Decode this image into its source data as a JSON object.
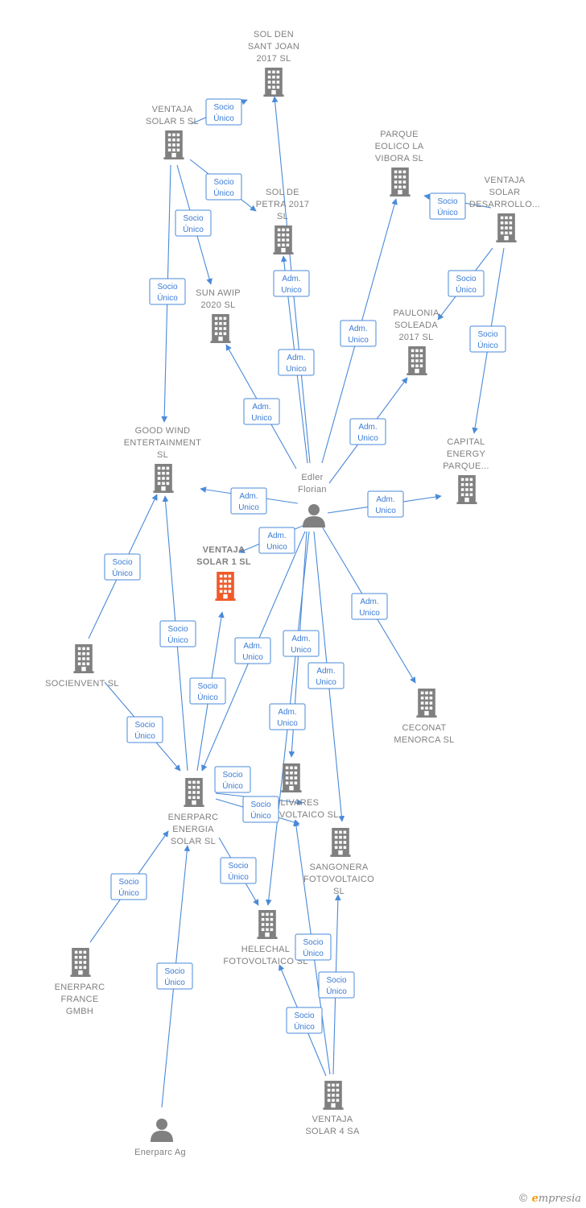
{
  "colors": {
    "edge": "#4a8ad8",
    "node": "#808080",
    "main_node": "#f05a28",
    "label_text": "#3a7bd5"
  },
  "nodes": [
    {
      "id": "sol_den",
      "type": "company",
      "lines": [
        "SOL DEN",
        "SANT JOAN",
        "2017  SL"
      ]
    },
    {
      "id": "ventaja5",
      "type": "company",
      "lines": [
        "VENTAJA",
        "SOLAR 5  SL"
      ]
    },
    {
      "id": "parque_eolico",
      "type": "company",
      "lines": [
        "PARQUE",
        "EOLICO LA",
        "VIBORA  SL"
      ]
    },
    {
      "id": "ventaja_desarrollo",
      "type": "company",
      "lines": [
        "VENTAJA",
        "SOLAR",
        "DESARROLLO..."
      ]
    },
    {
      "id": "sol_petra",
      "type": "company",
      "lines": [
        "SOL DE",
        "PETRA 2017",
        "SL"
      ]
    },
    {
      "id": "sun_awip",
      "type": "company",
      "lines": [
        "SUN AWIP",
        "2020  SL"
      ]
    },
    {
      "id": "paulonia",
      "type": "company",
      "lines": [
        "PAULONIA",
        "SOLEADA",
        "2017  SL"
      ]
    },
    {
      "id": "good_wind",
      "type": "company",
      "lines": [
        "GOOD WIND",
        "ENTERTAINMENT",
        "SL"
      ]
    },
    {
      "id": "capital_energy",
      "type": "company",
      "lines": [
        "CAPITAL",
        "ENERGY",
        "PARQUE..."
      ]
    },
    {
      "id": "edler",
      "type": "person",
      "lines": [
        "Edler",
        "Florian"
      ]
    },
    {
      "id": "ventaja1",
      "type": "main",
      "lines": [
        "VENTAJA",
        "SOLAR 1  SL"
      ]
    },
    {
      "id": "socienvent",
      "type": "company",
      "lines": [
        "SOCIENVENT SL"
      ]
    },
    {
      "id": "ceconat",
      "type": "company",
      "lines": [
        "CECONAT",
        "MENORCA SL"
      ]
    },
    {
      "id": "olivares",
      "type": "company",
      "lines": [
        "OLIVARES",
        "FOTOVOLTAICO SL"
      ]
    },
    {
      "id": "enerparc_energia",
      "type": "company",
      "lines": [
        "ENERPARC",
        "ENERGIA",
        "SOLAR  SL"
      ]
    },
    {
      "id": "sangonera",
      "type": "company",
      "lines": [
        "SANGONERA",
        "FOTOVOLTAICO",
        "SL"
      ]
    },
    {
      "id": "helechal",
      "type": "company",
      "lines": [
        "HELECHAL",
        "FOTOVOLTAICO SL"
      ]
    },
    {
      "id": "enerparc_france",
      "type": "company",
      "lines": [
        "ENERPARC",
        "FRANCE",
        "GMBH"
      ]
    },
    {
      "id": "ventaja4",
      "type": "company",
      "lines": [
        "VENTAJA",
        "SOLAR 4 SA"
      ]
    },
    {
      "id": "enerparc_ag",
      "type": "person",
      "lines": [
        "Enerparc Ag"
      ]
    }
  ],
  "edges": [
    {
      "from": "ventaja5",
      "to": "sol_den",
      "label": [
        "Socio",
        "Único"
      ]
    },
    {
      "from": "ventaja5",
      "to": "sol_petra",
      "label": [
        "Socio",
        "Único"
      ]
    },
    {
      "from": "ventaja5",
      "to": "sun_awip",
      "label": [
        "Socio",
        "Único"
      ]
    },
    {
      "from": "ventaja5",
      "to": "good_wind",
      "label": [
        "Socio",
        "Único"
      ]
    },
    {
      "from": "ventaja_desarrollo",
      "to": "parque_eolico",
      "label": [
        "Socio",
        "Único"
      ]
    },
    {
      "from": "ventaja_desarrollo",
      "to": "paulonia",
      "label": [
        "Socio",
        "Único"
      ]
    },
    {
      "from": "ventaja_desarrollo",
      "to": "capital_energy",
      "label": [
        "Socio",
        "Único"
      ]
    },
    {
      "from": "edler",
      "to": "sol_petra",
      "label": [
        "Adm.",
        "Unico"
      ]
    },
    {
      "from": "edler",
      "to": "sol_den",
      "label": [
        "Adm.",
        "Unico"
      ]
    },
    {
      "from": "edler",
      "to": "parque_eolico",
      "label": [
        "Adm.",
        "Unico"
      ]
    },
    {
      "from": "edler",
      "to": "sun_awip",
      "label": [
        "Adm.",
        "Unico"
      ]
    },
    {
      "from": "edler",
      "to": "paulonia",
      "label": [
        "Adm.",
        "Unico"
      ]
    },
    {
      "from": "edler",
      "to": "good_wind",
      "label": [
        "Adm.",
        "Unico"
      ]
    },
    {
      "from": "edler",
      "to": "capital_energy",
      "label": [
        "Adm.",
        "Unico"
      ]
    },
    {
      "from": "edler",
      "to": "ventaja1",
      "label": [
        "Adm.",
        "Unico"
      ]
    },
    {
      "from": "edler",
      "to": "ceconat",
      "label": [
        "Adm.",
        "Unico"
      ]
    },
    {
      "from": "edler",
      "to": "enerparc_energia",
      "label": [
        "Adm.",
        "Unico"
      ]
    },
    {
      "from": "edler",
      "to": "helechal",
      "label": [
        "Adm.",
        "Unico"
      ]
    },
    {
      "from": "edler",
      "to": "sangonera",
      "label": [
        "Adm.",
        "Unico"
      ]
    },
    {
      "from": "edler",
      "to": "olivares",
      "label": [
        "Adm.",
        "Unico"
      ]
    },
    {
      "from": "socienvent",
      "to": "good_wind",
      "label": [
        "Socio",
        "Único"
      ]
    },
    {
      "from": "socienvent",
      "to": "enerparc_energia",
      "label": [
        "Socio",
        "Único"
      ]
    },
    {
      "from": "enerparc_energia",
      "to": "good_wind",
      "label": [
        "Socio",
        "Único"
      ]
    },
    {
      "from": "enerparc_energia",
      "to": "ventaja1",
      "label": [
        "Socio",
        "Único"
      ]
    },
    {
      "from": "enerparc_energia",
      "to": "olivares",
      "label": [
        "Socio",
        "Único"
      ]
    },
    {
      "from": "enerparc_energia",
      "to": "olivares",
      "label": [
        "Socio",
        "Único"
      ]
    },
    {
      "from": "enerparc_energia",
      "to": "helechal",
      "label": [
        "Socio",
        "Único"
      ]
    },
    {
      "from": "enerparc_france",
      "to": "enerparc_energia",
      "label": [
        "Socio",
        "Único"
      ]
    },
    {
      "from": "enerparc_ag",
      "to": "enerparc_energia",
      "label": [
        "Socio",
        "Único"
      ]
    },
    {
      "from": "ventaja4",
      "to": "olivares",
      "label": [
        "Socio",
        "Único"
      ]
    },
    {
      "from": "ventaja4",
      "to": "sangonera",
      "label": [
        "Socio",
        "Único"
      ]
    },
    {
      "from": "ventaja4",
      "to": "helechal",
      "label": [
        "Socio",
        "Único"
      ]
    }
  ],
  "footer": {
    "copyright": "©",
    "brand_e": "e",
    "brand_rest": "mpresia"
  }
}
